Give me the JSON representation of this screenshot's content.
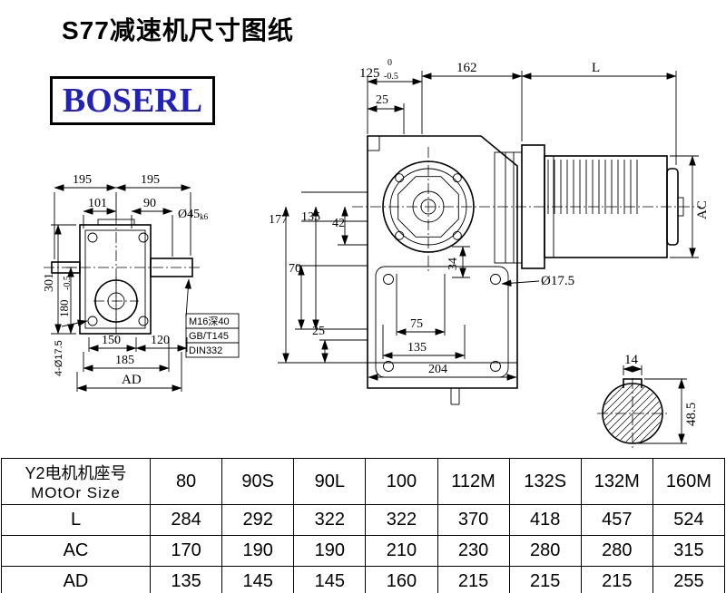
{
  "title": "S77减速机尺寸图纸",
  "logo": "BOSERL",
  "side_view": {
    "d195_left": "195",
    "d195_right": "195",
    "d101": "101",
    "d90": "90",
    "shaft_dia": "Ø45",
    "shaft_fit": "k6",
    "d301": "301",
    "d180": "180",
    "d180_tol": "-0.5",
    "d150": "150",
    "d120": "120",
    "d185": "185",
    "ad_label": "AD",
    "holes_note": "4-Ø17.5",
    "thread_note": "M16深40",
    "std_note1": "GB/T145",
    "std_note2": "DIN332"
  },
  "front_view": {
    "d125": "125",
    "d125_tol_upper": "0",
    "d125_tol_lower": "-0.5",
    "d162": "162",
    "length_label": "L",
    "d25_top": "25",
    "d177": "177",
    "d135_left": "135",
    "d42": "42",
    "d70": "70",
    "d25_bottom": "25",
    "d34": "34",
    "d75": "75",
    "d135_bottom": "135",
    "d204": "204",
    "hole_dia": "Ø17.5",
    "ac_label": "AC"
  },
  "shaft_section": {
    "key_width": "14",
    "bore_depth": "48.5"
  },
  "table": {
    "size_header_cn": "Y2电机机座号",
    "size_header_en": "MOtOr Size",
    "sizes": [
      "80",
      "90S",
      "90L",
      "100",
      "112M",
      "132S",
      "132M",
      "160M"
    ],
    "rows": [
      {
        "label": "L",
        "values": [
          "284",
          "292",
          "322",
          "322",
          "370",
          "418",
          "457",
          "524"
        ]
      },
      {
        "label": "AC",
        "values": [
          "170",
          "190",
          "190",
          "210",
          "230",
          "280",
          "280",
          "315"
        ]
      },
      {
        "label": "AD",
        "values": [
          "135",
          "145",
          "145",
          "160",
          "215",
          "215",
          "215",
          "255"
        ]
      }
    ]
  }
}
